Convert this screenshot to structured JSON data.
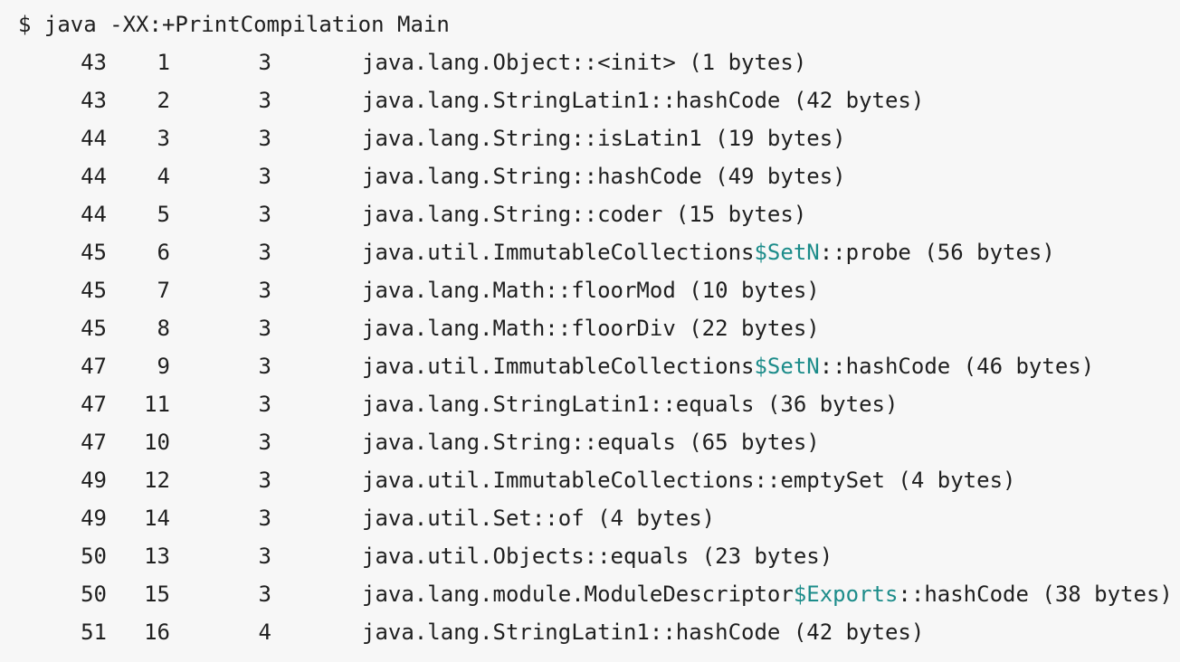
{
  "terminal": {
    "command": "$ java -XX:+PrintCompilation Main",
    "rows": [
      {
        "time": "43",
        "id": "1",
        "level": "3",
        "pre": "java.lang.Object::<init> (1 bytes)",
        "hl": "",
        "post": ""
      },
      {
        "time": "43",
        "id": "2",
        "level": "3",
        "pre": "java.lang.StringLatin1::hashCode (42 bytes)",
        "hl": "",
        "post": ""
      },
      {
        "time": "44",
        "id": "3",
        "level": "3",
        "pre": "java.lang.String::isLatin1 (19 bytes)",
        "hl": "",
        "post": ""
      },
      {
        "time": "44",
        "id": "4",
        "level": "3",
        "pre": "java.lang.String::hashCode (49 bytes)",
        "hl": "",
        "post": ""
      },
      {
        "time": "44",
        "id": "5",
        "level": "3",
        "pre": "java.lang.String::coder (15 bytes)",
        "hl": "",
        "post": ""
      },
      {
        "time": "45",
        "id": "6",
        "level": "3",
        "pre": "java.util.ImmutableCollections",
        "hl": "$SetN",
        "post": "::probe (56 bytes)"
      },
      {
        "time": "45",
        "id": "7",
        "level": "3",
        "pre": "java.lang.Math::floorMod (10 bytes)",
        "hl": "",
        "post": ""
      },
      {
        "time": "45",
        "id": "8",
        "level": "3",
        "pre": "java.lang.Math::floorDiv (22 bytes)",
        "hl": "",
        "post": ""
      },
      {
        "time": "47",
        "id": "9",
        "level": "3",
        "pre": "java.util.ImmutableCollections",
        "hl": "$SetN",
        "post": "::hashCode (46 bytes)"
      },
      {
        "time": "47",
        "id": "11",
        "level": "3",
        "pre": "java.lang.StringLatin1::equals (36 bytes)",
        "hl": "",
        "post": ""
      },
      {
        "time": "47",
        "id": "10",
        "level": "3",
        "pre": "java.lang.String::equals (65 bytes)",
        "hl": "",
        "post": ""
      },
      {
        "time": "49",
        "id": "12",
        "level": "3",
        "pre": "java.util.ImmutableCollections::emptySet (4 bytes)",
        "hl": "",
        "post": ""
      },
      {
        "time": "49",
        "id": "14",
        "level": "3",
        "pre": "java.util.Set::of (4 bytes)",
        "hl": "",
        "post": ""
      },
      {
        "time": "50",
        "id": "13",
        "level": "3",
        "pre": "java.util.Objects::equals (23 bytes)",
        "hl": "",
        "post": ""
      },
      {
        "time": "50",
        "id": "15",
        "level": "3",
        "pre": "java.lang.module.ModuleDescriptor",
        "hl": "$Exports",
        "post": "::hashCode (38 bytes)"
      },
      {
        "time": "51",
        "id": "16",
        "level": "4",
        "pre": "java.lang.StringLatin1::hashCode (42 bytes)",
        "hl": "",
        "post": ""
      }
    ]
  },
  "colors": {
    "background": "#f7f7f7",
    "text": "#1f1f1f",
    "highlight": "#1c8c8a"
  }
}
